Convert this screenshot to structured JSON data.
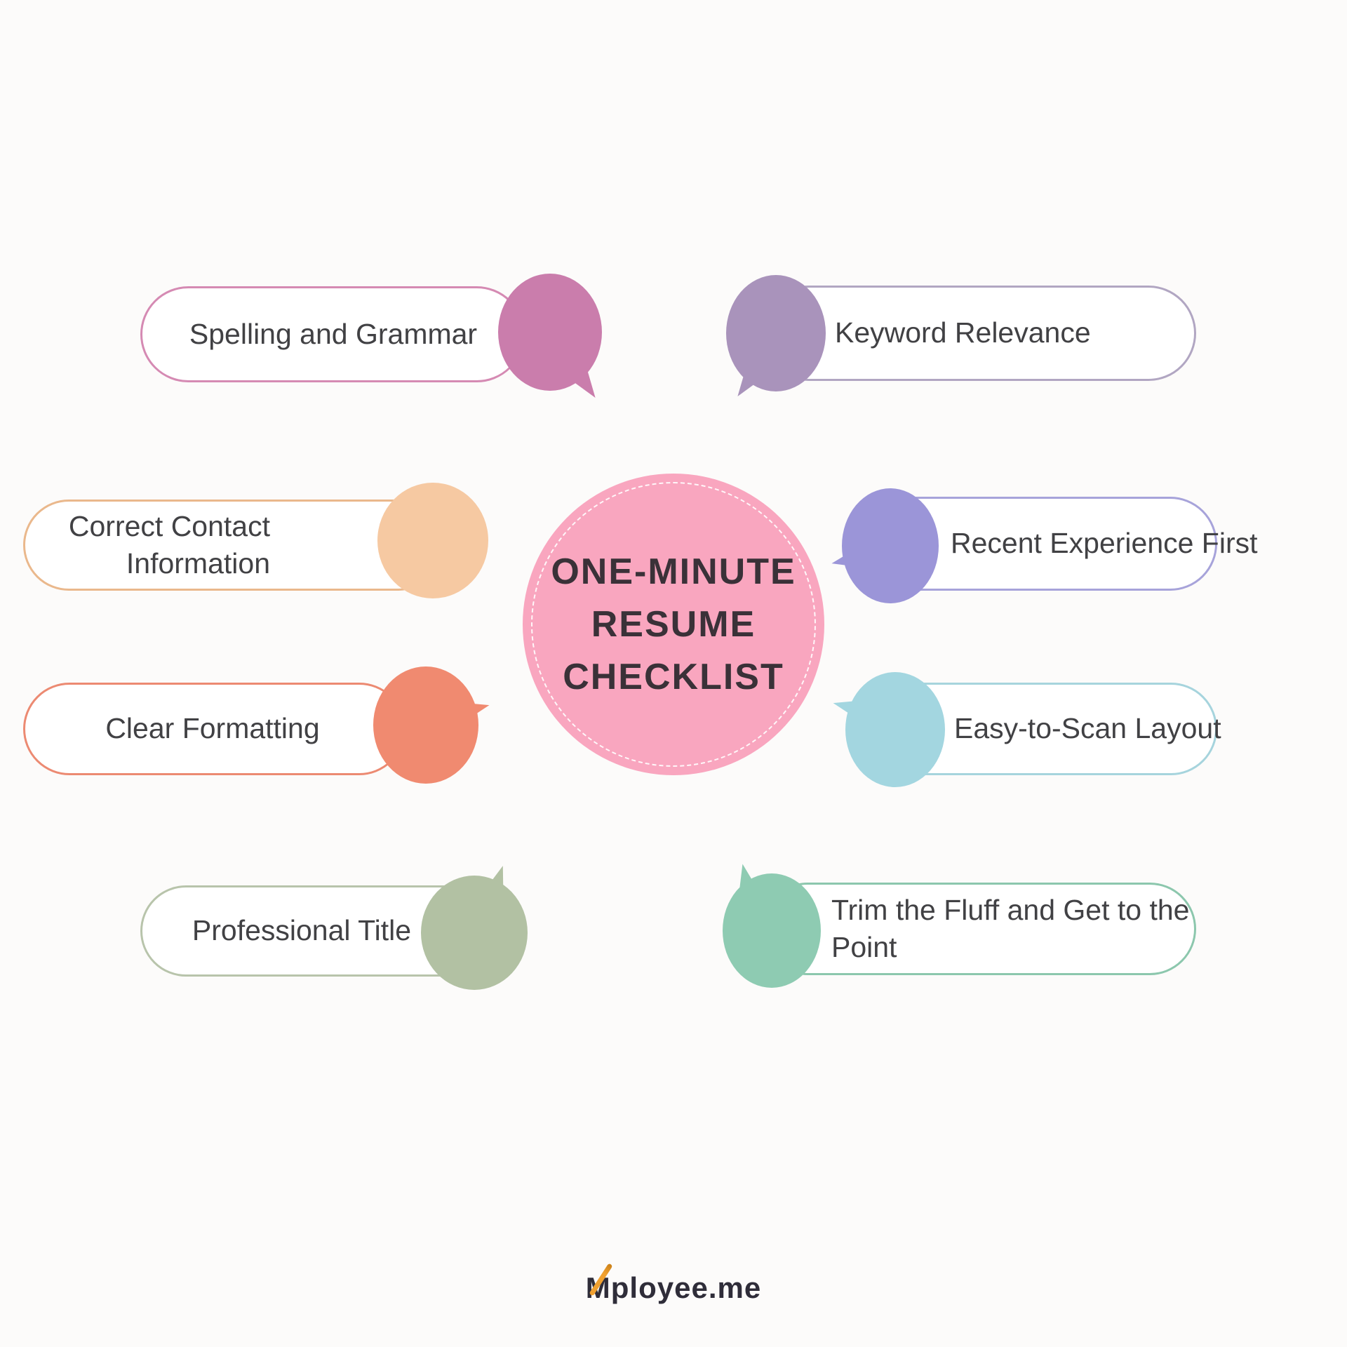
{
  "title": {
    "lines": [
      "ONE-MINUTE",
      "RESUME",
      "CHECKLIST"
    ],
    "circle_color": "#f9a6bf",
    "ring_color": "#ffffff",
    "text_color": "#3a3138"
  },
  "items": [
    {
      "label": "Spelling and Grammar",
      "bubble_color": "#ca7dac",
      "pill_border": "#d58ab3"
    },
    {
      "label": "Keyword Relevance",
      "bubble_color": "#a993bb",
      "pill_border": "#b1a6c2"
    },
    {
      "label": "Correct Contact Information",
      "bubble_color": "#f6c9a2",
      "pill_border": "#eab88c"
    },
    {
      "label": "Recent Experience First",
      "bubble_color": "#9b95d8",
      "pill_border": "#a7a3da"
    },
    {
      "label": "Clear Formatting",
      "bubble_color": "#f08a70",
      "pill_border": "#ec8a72"
    },
    {
      "label": "Easy-to-Scan Layout",
      "bubble_color": "#a3d6e0",
      "pill_border": "#a6d4dd"
    },
    {
      "label": "Professional Title",
      "bubble_color": "#b2c1a3",
      "pill_border": "#b8c4ab"
    },
    {
      "label": "Trim the Fluff and Get to the Point",
      "bubble_color": "#8ecbb2",
      "pill_border": "#8cc7ad"
    }
  ],
  "label_text_color": "#414144",
  "background_color": "#fcfbfa",
  "logo": {
    "m": "M",
    "rest": "ployee.me",
    "text_color": "#2f2d39",
    "pen_color": "#f0a02f"
  }
}
